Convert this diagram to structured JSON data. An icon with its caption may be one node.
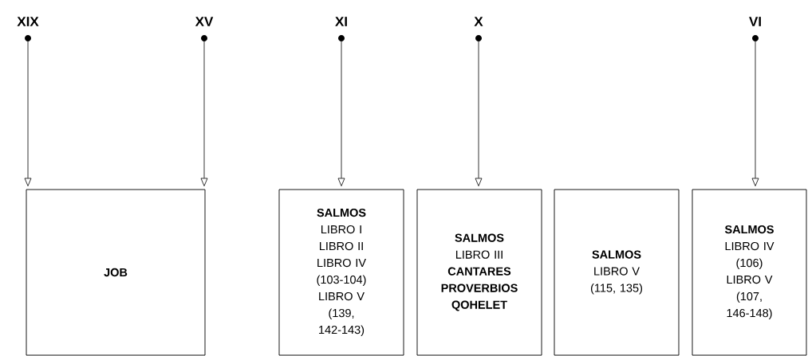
{
  "diagram": {
    "nodes": [
      {
        "text": [
          "XIX"
        ]
      },
      {
        "text": [
          "XV"
        ]
      },
      {
        "text": [
          "XI"
        ]
      },
      {
        "text": [
          "X"
        ]
      },
      {
        "text": [
          "VI"
        ]
      },
      {
        "text": [
          "JOB"
        ]
      },
      {
        "text": [
          "SALMOS",
          "LIBRO I",
          "LIBRO II",
          "LIBRO IV",
          "(103-104)",
          "LIBRO V",
          "(139, 142-143)"
        ]
      },
      {
        "text": [
          "SALMOS",
          "LIBRO III",
          "CANTARES",
          "PROVERBIOS",
          "QOHELET"
        ]
      },
      {
        "text": [
          "SALMOS",
          "LIBRO V",
          "(115, 135)"
        ]
      },
      {
        "text": [
          "SALMOS",
          "LIBRO IV",
          "(106)",
          "LIBRO V",
          "(107, 146-148)"
        ]
      }
    ],
    "edges": [
      {
        "from": 0,
        "to": 5,
        "arrow": "to"
      },
      {
        "from": 1,
        "to": 5,
        "arrow": "to"
      },
      {
        "from": 2,
        "to": 6,
        "arrow": "to"
      },
      {
        "from": 3,
        "to": 7,
        "arrow": "to"
      },
      {
        "from": 4,
        "to": 9,
        "arrow": "to"
      }
    ]
  }
}
